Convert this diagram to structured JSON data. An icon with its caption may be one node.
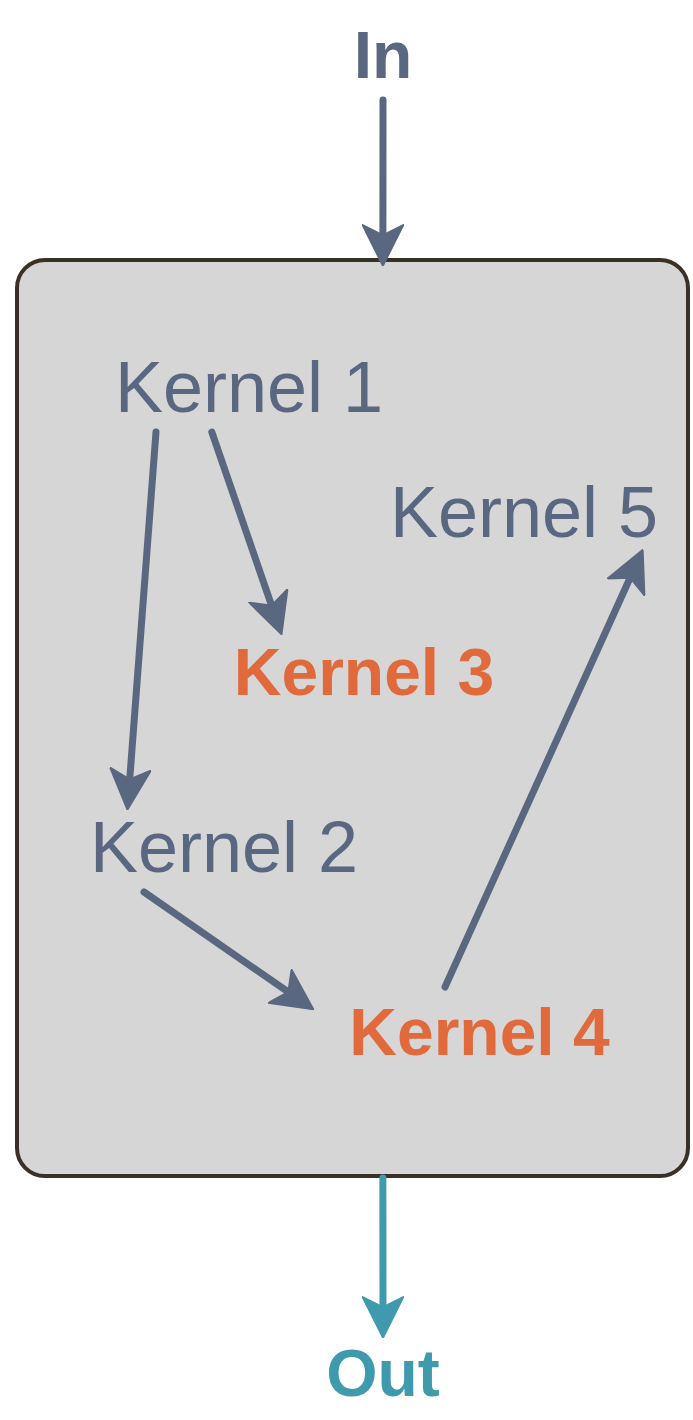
{
  "diagram": {
    "nodes": [
      {
        "text": [
          "In"
        ]
      },
      {
        "text": [],
        "shape": "box"
      },
      {
        "text": [
          "Kernel 1"
        ],
        "in": 1
      },
      {
        "text": [
          "Kernel 5"
        ],
        "in": 1
      },
      {
        "text": [
          "Kernel 3"
        ],
        "in": 1
      },
      {
        "text": [
          "Kernel 2"
        ],
        "in": 1
      },
      {
        "text": [
          "Kernel 4"
        ],
        "in": 1
      },
      {
        "text": [
          "Out"
        ]
      }
    ],
    "edges": [
      {
        "from": 0,
        "to": 1,
        "arrow": "to"
      },
      {
        "from": 2,
        "to": 4,
        "arrow": "to"
      },
      {
        "from": 2,
        "to": 5,
        "arrow": "to"
      },
      {
        "from": 5,
        "to": 6,
        "arrow": "to"
      },
      {
        "from": 6,
        "to": 3,
        "arrow": "to"
      },
      {
        "from": 1,
        "to": 7,
        "arrow": "to",
        "color": "#3f9aae"
      }
    ]
  }
}
